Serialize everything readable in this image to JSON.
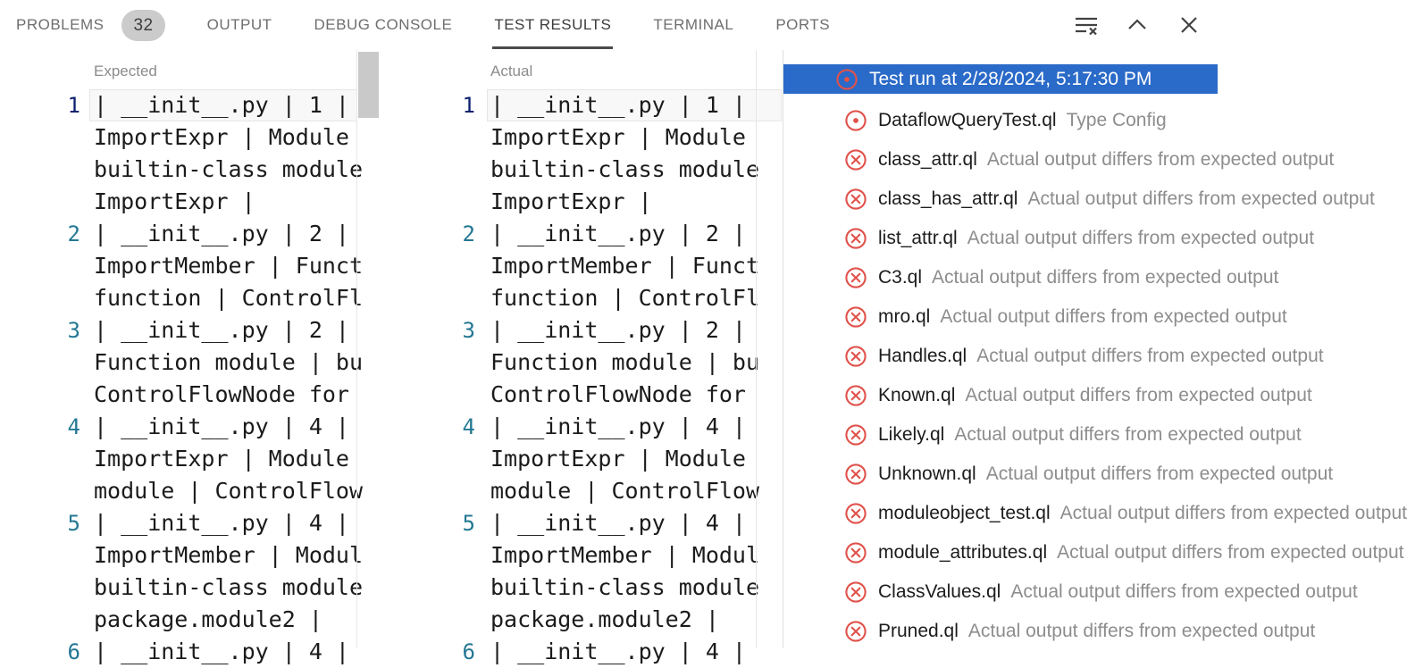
{
  "panel": {
    "tabs": [
      {
        "id": "problems",
        "label": "PROBLEMS",
        "badge": "32",
        "active": false
      },
      {
        "id": "output",
        "label": "OUTPUT",
        "active": false
      },
      {
        "id": "debug-console",
        "label": "DEBUG CONSOLE",
        "active": false
      },
      {
        "id": "test-results",
        "label": "TEST RESULTS",
        "active": true
      },
      {
        "id": "terminal",
        "label": "TERMINAL",
        "active": false
      },
      {
        "id": "ports",
        "label": "PORTS",
        "active": false
      }
    ],
    "actions": [
      {
        "id": "clear-all-results",
        "icon": "clear-all-icon"
      },
      {
        "id": "maximize-panel",
        "icon": "chevron-up-icon"
      },
      {
        "id": "close-panel",
        "icon": "close-icon"
      }
    ]
  },
  "diff": {
    "expected_label": "Expected",
    "actual_label": "Actual",
    "lines": [
      {
        "num": "1",
        "rows": [
          "| __init__.py | 1 |",
          "ImportExpr | Module",
          "builtin-class module",
          "ImportExpr |"
        ]
      },
      {
        "num": "2",
        "rows": [
          "| __init__.py | 2 |",
          "ImportMember | Funct",
          "function | ControlFl"
        ]
      },
      {
        "num": "3",
        "rows": [
          "| __init__.py | 2 |",
          "Function module | bu",
          "ControlFlowNode for"
        ]
      },
      {
        "num": "4",
        "rows": [
          "| __init__.py | 4 |",
          "ImportExpr | Module",
          "module | ControlFlow"
        ]
      },
      {
        "num": "5",
        "rows": [
          "| __init__.py | 4 |",
          "ImportMember | Modul",
          "builtin-class module",
          "package.module2 |"
        ]
      },
      {
        "num": "6",
        "rows": [
          "| __init__.py | 4 |"
        ]
      }
    ]
  },
  "tests": {
    "run_label": "Test run at 2/28/2024, 5:17:30 PM",
    "run_icon": "error-dot-icon",
    "items": [
      {
        "name": "DataflowQueryTest.ql",
        "message": "Type Config",
        "icon": "error-dot-icon"
      },
      {
        "name": "class_attr.ql",
        "message": "Actual output differs from expected output",
        "icon": "error-x-icon"
      },
      {
        "name": "class_has_attr.ql",
        "message": "Actual output differs from expected output",
        "icon": "error-x-icon"
      },
      {
        "name": "list_attr.ql",
        "message": "Actual output differs from expected output",
        "icon": "error-x-icon"
      },
      {
        "name": "C3.ql",
        "message": "Actual output differs from expected output",
        "icon": "error-x-icon"
      },
      {
        "name": "mro.ql",
        "message": "Actual output differs from expected output",
        "icon": "error-x-icon"
      },
      {
        "name": "Handles.ql",
        "message": "Actual output differs from expected output",
        "icon": "error-x-icon"
      },
      {
        "name": "Known.ql",
        "message": "Actual output differs from expected output",
        "icon": "error-x-icon"
      },
      {
        "name": "Likely.ql",
        "message": "Actual output differs from expected output",
        "icon": "error-x-icon"
      },
      {
        "name": "Unknown.ql",
        "message": "Actual output differs from expected output",
        "icon": "error-x-icon"
      },
      {
        "name": "moduleobject_test.ql",
        "message": "Actual output differs from expected output",
        "icon": "error-x-icon"
      },
      {
        "name": "module_attributes.ql",
        "message": "Actual output differs from expected output",
        "icon": "error-x-icon"
      },
      {
        "name": "ClassValues.ql",
        "message": "Actual output differs from expected output",
        "icon": "error-x-icon"
      },
      {
        "name": "Pruned.ql",
        "message": "Actual output differs from expected output",
        "icon": "error-x-icon"
      }
    ]
  },
  "colors": {
    "selection_blue": "#2a6ac8",
    "error_red": "#e0524b",
    "line_number": "#237893",
    "active_line_number": "#0b216f"
  }
}
